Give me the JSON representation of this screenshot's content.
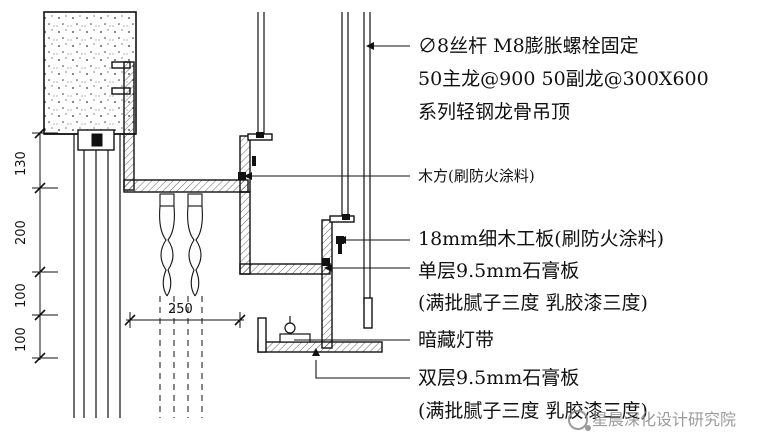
{
  "annotations": {
    "hanger": "∅8丝杆 M8膨胀螺栓固定",
    "keels": "50主龙@900   50副龙@300X600",
    "system": "系列轻钢龙骨吊顶",
    "wood_batten": "木方(刷防火涂料)",
    "blockboard": "18mm细木工板(刷防火涂料)",
    "single_gypsum": "单层9.5mm石膏板",
    "single_finish": "(满批腻子三度 乳胶漆三度)",
    "light_strip": "暗藏灯带",
    "double_gypsum": "双层9.5mm石膏板",
    "double_finish": "(满批腻子三度 乳胶漆三度)"
  },
  "dimensions": {
    "vertical": [
      "130",
      "200",
      "100",
      "100"
    ],
    "horizontal": "250"
  },
  "watermark": "星晨深化设计研究院",
  "colors": {
    "line": "#111111",
    "watermark": "#8a8a8a"
  }
}
